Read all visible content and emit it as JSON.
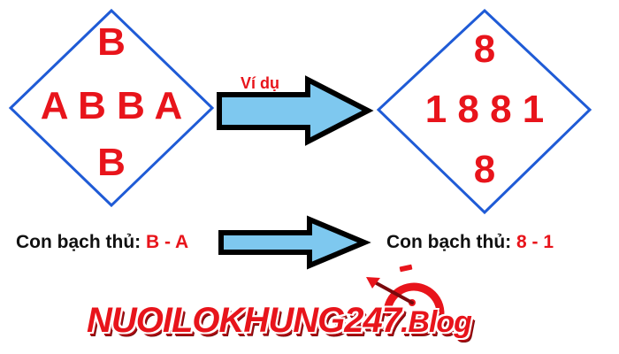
{
  "left_diamond": {
    "top": "B",
    "row": "A B B A",
    "bottom": "B"
  },
  "right_diamond": {
    "top": "8",
    "row": "1 8 8 1",
    "bottom": "8"
  },
  "example_label": "Ví dụ",
  "caption_left": {
    "prefix": "Con bạch thủ:",
    "value": "B - A"
  },
  "caption_right": {
    "prefix": "Con bạch thủ:",
    "value": "8 - 1"
  },
  "logo": {
    "main": "NUOILOKHUNG247",
    "tld": ".Blog"
  },
  "colors": {
    "red": "#e8141b",
    "diamond_border": "#1f5bd6",
    "arrow_fill": "#7ec8ef",
    "arrow_outline": "#000000",
    "caption_text": "#111111"
  }
}
